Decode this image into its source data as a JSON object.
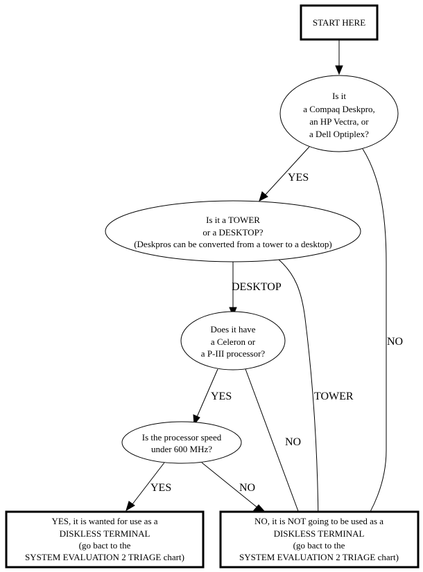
{
  "diagram": {
    "type": "flowchart",
    "nodes": {
      "start": {
        "shape": "box",
        "lines": [
          "START HERE"
        ]
      },
      "brand": {
        "shape": "ellipse",
        "lines": [
          "Is it",
          "a Compaq Deskpro,",
          "an HP Vectra, or",
          "a Dell Optiplex?"
        ]
      },
      "form": {
        "shape": "ellipse",
        "lines": [
          "Is it a TOWER",
          "or a DESKTOP?",
          "(Deskpros can be converted from a tower to a desktop)"
        ]
      },
      "cpu": {
        "shape": "ellipse",
        "lines": [
          "Does it have",
          "a Celeron or",
          "a P-III processor?"
        ]
      },
      "speed": {
        "shape": "ellipse",
        "lines": [
          "Is the processor speed",
          "under 600 MHz?"
        ]
      },
      "yes_result": {
        "shape": "box",
        "lines": [
          "YES, it is wanted for use as a",
          "DISKLESS TERMINAL",
          "(go bact to the",
          "SYSTEM EVALUATION 2 TRIAGE chart)"
        ]
      },
      "no_result": {
        "shape": "box",
        "lines": [
          "NO, it is NOT going to be used as a",
          "DISKLESS TERMINAL",
          "(go bact to the",
          "SYSTEM EVALUATION 2 TRIAGE chart)"
        ]
      }
    },
    "edges": [
      {
        "from": "start",
        "to": "brand",
        "label": ""
      },
      {
        "from": "brand",
        "to": "form",
        "label": "YES"
      },
      {
        "from": "brand",
        "to": "no_result",
        "label": "NO"
      },
      {
        "from": "form",
        "to": "cpu",
        "label": "DESKTOP"
      },
      {
        "from": "form",
        "to": "no_result",
        "label": "TOWER"
      },
      {
        "from": "cpu",
        "to": "speed",
        "label": "YES"
      },
      {
        "from": "cpu",
        "to": "no_result",
        "label": "NO"
      },
      {
        "from": "speed",
        "to": "yes_result",
        "label": "YES"
      },
      {
        "from": "speed",
        "to": "no_result",
        "label": "NO"
      }
    ]
  }
}
